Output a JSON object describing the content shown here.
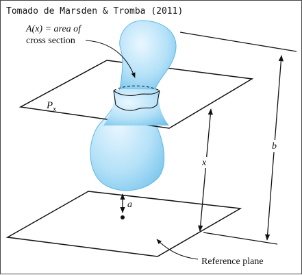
{
  "credit": "Tomado de Marsden & Tromba  (2011)",
  "labels": {
    "area_function": "A(x) = area of",
    "area_function_line2": "cross section",
    "plane_name": "P",
    "plane_subscript": "x",
    "distance_x": "x",
    "distance_b": "b",
    "distance_a": "a",
    "reference_plane": "Reference plane"
  },
  "colors": {
    "solid_fill": "#a9dcf6",
    "solid_edge": "#5fb7e6",
    "line": "#111111"
  }
}
